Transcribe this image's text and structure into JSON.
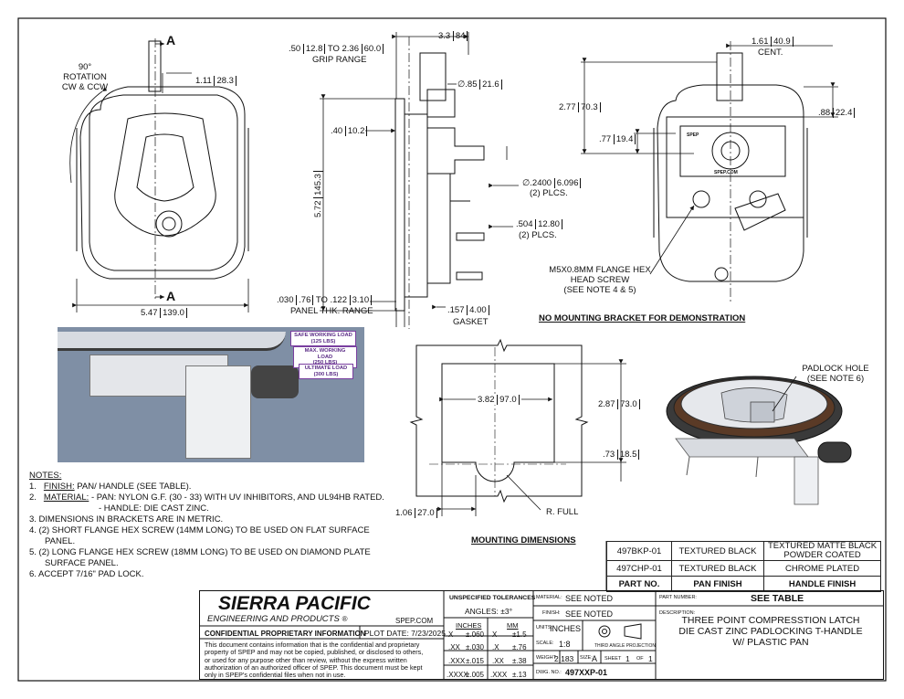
{
  "front_view": {
    "section_a_top": "A",
    "section_a_bottom": "A",
    "rotation_label": [
      "90°",
      "ROTATION",
      "CW & CCW"
    ],
    "dim_handle_height": "1.11",
    "dim_handle_height_mm": "28.3",
    "dim_width": "5.47",
    "dim_width_mm": "139.0"
  },
  "side_view": {
    "grip_range_line1": ".50",
    "grip_range_mm1": "12.8",
    "grip_range_to": "TO 2.36",
    "grip_range_mm2": "60.0",
    "grip_range_label": "GRIP RANGE",
    "dim_depth": "3.3",
    "dim_depth_mm": "84",
    "dim_dia": "∅.85",
    "dim_dia_mm": "21.6",
    "dim_40": ".40",
    "dim_40_mm": "10.2",
    "dim_height": "5.72",
    "dim_height_mm": "145.3",
    "dim_hole": "∅.2400",
    "dim_hole_mm": "6.096",
    "dim_hole_qty": "(2) PLCS.",
    "dim_504": ".504",
    "dim_504_mm": "12.80",
    "dim_504_qty": "(2) PLCS.",
    "panel_thk_a": ".030",
    "panel_thk_a_mm": ".76",
    "panel_thk_b": "TO .122",
    "panel_thk_b_mm": "3.10",
    "panel_thk_label": "PANEL THK. RANGE",
    "gasket_dim": ".157",
    "gasket_dim_mm": "4.00",
    "gasket_label": "GASKET"
  },
  "rear_view": {
    "dim_cent": "1.61",
    "dim_cent_mm": "40.9",
    "cent_label": "CENT.",
    "dim_277": "2.77",
    "dim_277_mm": "70.3",
    "dim_88": ".88",
    "dim_88_mm": "22.4",
    "dim_77": ".77",
    "dim_77_mm": "19.4",
    "screw_note": [
      "M5X0.8MM FLANGE HEX",
      "HEAD SCREW",
      "(SEE NOTE 4 & 5)"
    ],
    "bracket_note": "NO MOUNTING BRACKET FOR DEMONSTRATION",
    "stamp_text": "SPEP.COM",
    "stamp_text_b": "SPEP"
  },
  "photo": {
    "safe_load": [
      "SAFE WORKING LOAD",
      "(125 LBS)"
    ],
    "max_load": [
      "MAX. WORKING LOAD",
      "(250 LBS)"
    ],
    "ultimate_load": [
      "ULTIMATE LOAD",
      "(300 LBS)"
    ],
    "arrow_color": "#e53935"
  },
  "mounting": {
    "dim_width": "3.82",
    "dim_width_mm": "97.0",
    "dim_height": "2.87",
    "dim_height_mm": "73.0",
    "dim_73": ".73",
    "dim_73_mm": "18.5",
    "dim_106": "1.06",
    "dim_106_mm": "27.0",
    "r_full": "R. FULL",
    "title": "MOUNTING DIMENSIONS"
  },
  "iso_view": {
    "padlock_note": [
      "PADLOCK HOLE",
      "(SEE NOTE 6)"
    ]
  },
  "notes": {
    "title": "NOTES:",
    "n1_num": "1.",
    "n1_key": "FINISH:",
    "n1_text": " PAN/ HANDLE (SEE TABLE).",
    "n2_num": "2.",
    "n2_key": "MATERIAL:",
    "n2_text": " - PAN:  NYLON G.F. (30 - 33) WITH UV INHIBITORS, AND UL94HB RATED.",
    "n2_sub": "- HANDLE: DIE CAST ZINC.",
    "n3": "3.   DIMENSIONS IN BRACKETS ARE IN METRIC.",
    "n4a": "4.   (2) SHORT FLANGE HEX SCREW (14MM LONG) TO BE USED ON FLAT SURFACE",
    "n4b": "PANEL.",
    "n5a": "5.   (2) LONG FLANGE HEX SCREW (18MM LONG) TO BE USED ON DIAMOND PLATE",
    "n5b": "SURFACE PANEL.",
    "n6": "6.   ACCEPT 7/16\" PAD LOCK."
  },
  "finish_table": {
    "rows": [
      {
        "part": "497BKP-01",
        "pan": "TEXTURED BLACK",
        "handle": [
          "TEXTURED MATTE BLACK",
          "POWDER COATED"
        ]
      },
      {
        "part": "497CHP-01",
        "pan": "TEXTURED BLACK",
        "handle": [
          "CHROME PLATED"
        ]
      }
    ],
    "header": {
      "part": "PART NO.",
      "pan": "PAN FINISH",
      "handle": "HANDLE FINISH"
    }
  },
  "title_block": {
    "company": "SIERRA PACIFIC",
    "company_sub": "ENGINEERING AND PRODUCTS",
    "registered": "®",
    "website": "SPEP.COM",
    "confidential": "CONFIDENTIAL PROPRIETARY INFORMATION",
    "plot_date": "PLOT DATE: 7/23/2025",
    "disclaimer": [
      "This document contains information that is the confidential and proprietary",
      "property of SPEP and may not be copied, published, or disclosed to others,",
      "or used for any purpose  other than review, without the express written",
      "authorization of an authorized officer of SPEP. This document must be kept",
      "only in SPEP's confidential files when not in use."
    ],
    "tol_title": "UNSPECIFIED TOLERANCES",
    "angles": "ANGLES: ±3°",
    "inches_label": "INCHES",
    "mm_label": "MM",
    "tol_rows": [
      {
        "in": "X",
        "in_tol": "±.060",
        "mm": "X",
        "mm_tol": "±1.5"
      },
      {
        "in": ".XX",
        "in_tol": "±.030",
        "mm": ".X",
        "mm_tol": "±.76"
      },
      {
        "in": ".XXX",
        "in_tol": "±.015",
        "mm": ".XX",
        "mm_tol": "±.38"
      },
      {
        "in": ".XXXX",
        "in_tol": "±.005",
        "mm": ".XXX",
        "mm_tol": "±.13"
      }
    ],
    "material_label": "MATERIAL:",
    "material_value": "SEE NOTED",
    "finish_label": "FINISH:",
    "finish_value": "SEE NOTED",
    "units_label": "UNITS:",
    "units_value": "INCHES",
    "scale_label": "SCALE:",
    "scale_value": "1:8",
    "projection": "THIRD ANGLE PROJECTION",
    "weight_label": "WEIGHT:",
    "weight_value": "2.183",
    "size_label": "SIZE:",
    "size_value": "A",
    "sheet_label": "SHEET",
    "sheet_value": "1",
    "of_label": "OF",
    "of_value": "1",
    "dwg_label": "DWG. NO.:",
    "dwg_value": "497XXP-01",
    "part_number_label": "PART NUMBER:",
    "part_number_value": "SEE TABLE",
    "description_label": "DESCRIPTION:",
    "description": [
      "THREE POINT COMPRESSTION LATCH",
      "DIE CAST ZINC PADLOCKING T-HANDLE",
      "W/ PLASTIC PAN"
    ]
  }
}
